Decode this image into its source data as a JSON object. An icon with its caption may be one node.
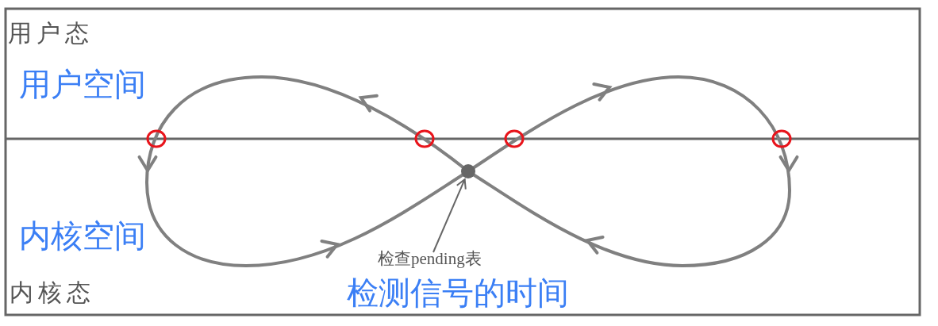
{
  "diagram": {
    "nodes": [
      {
        "text": [],
        "shape": "circle"
      },
      {
        "text": [
          "检查pending表"
        ]
      }
    ],
    "edges": [
      {
        "from": 1,
        "to": 0,
        "arrow": "to"
      }
    ],
    "labels": [
      "用户态",
      "用户空间",
      "内核空间",
      "内核态",
      "检测信号的时间"
    ]
  }
}
